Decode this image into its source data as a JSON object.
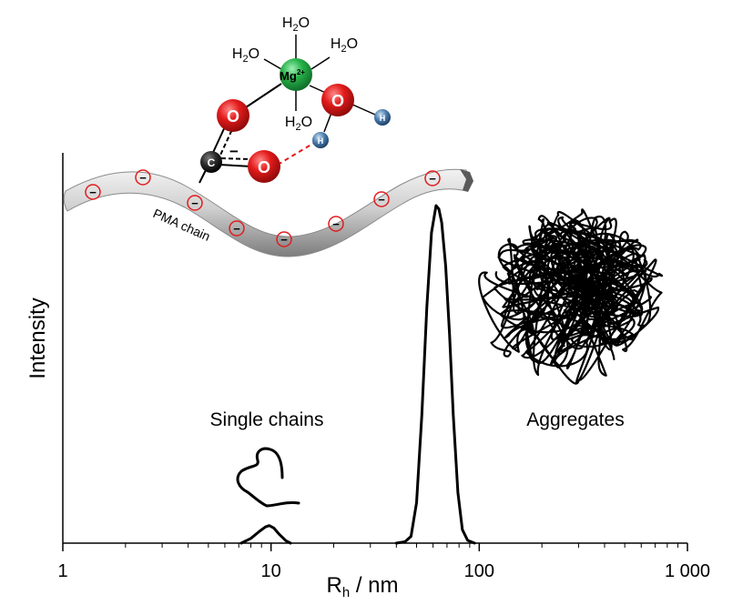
{
  "chart_data": {
    "type": "line",
    "x_scale": "log",
    "xlim": [
      1,
      1000
    ],
    "xlabel_main": "R",
    "xlabel_sub": "h",
    "xlabel_rest": " / nm",
    "ylabel": "Intensity",
    "x_ticks": [
      {
        "value": 1,
        "label": "1"
      },
      {
        "value": 10,
        "label": "10"
      },
      {
        "value": 100,
        "label": "100"
      },
      {
        "value": 1000,
        "label": "1 000"
      }
    ],
    "grid": false,
    "series": [
      {
        "x": [
          7.2,
          8.0,
          8.8,
          9.4,
          9.8,
          10.3,
          11.0,
          11.8,
          12.4,
          40,
          44,
          47,
          50,
          53,
          56,
          59,
          62,
          64,
          66,
          69,
          72,
          75,
          79,
          83,
          88,
          95
        ],
        "y": [
          0.0,
          0.014,
          0.035,
          0.048,
          0.052,
          0.045,
          0.025,
          0.007,
          0.0,
          0.0,
          0.004,
          0.02,
          0.12,
          0.38,
          0.7,
          0.92,
          1.0,
          0.99,
          0.95,
          0.82,
          0.62,
          0.38,
          0.15,
          0.04,
          0.008,
          0.0
        ]
      }
    ],
    "annotations": [
      {
        "text": "Single chains"
      },
      {
        "text": "Aggregates"
      },
      {
        "text": "PMA chain"
      }
    ]
  },
  "molecule": {
    "metal": "Mg",
    "metal_charge": "2+",
    "water_H": "H",
    "water_sub": "2",
    "water_O": "O",
    "oxygen": "O",
    "carbon": "C",
    "hydrogen": "H",
    "charge_sign": "−"
  },
  "colors": {
    "magnesium": "#27b24a",
    "oxygen": "#e31b1b",
    "carbon": "#2b2b2b",
    "hydrogen": "#4d7fb0",
    "charge_ring": "#e31b1b",
    "chain_body": "#b5b5b5",
    "curve": "#000000",
    "hbond": "#e31b1b"
  }
}
